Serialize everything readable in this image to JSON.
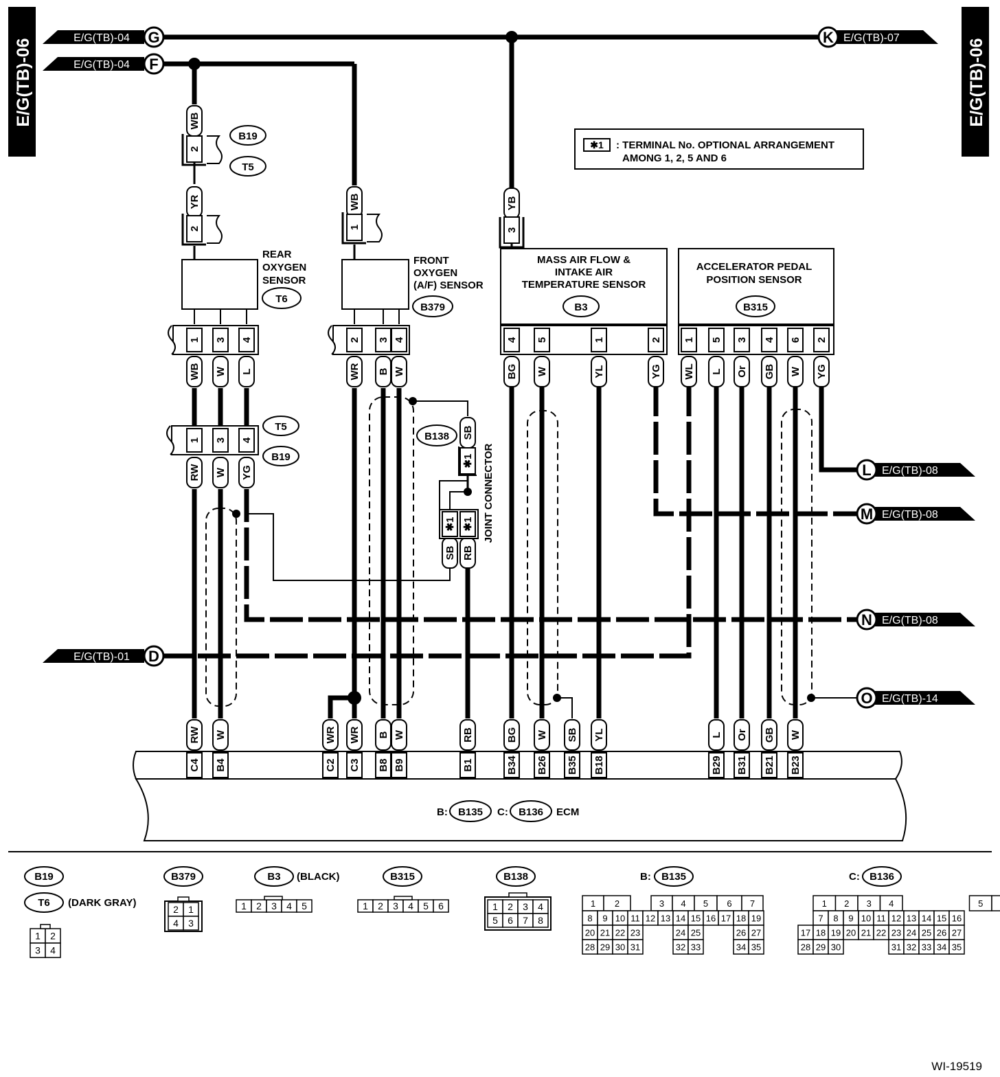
{
  "side_tab": "E/G(TB)-06",
  "figure_id": "WI-19519",
  "note": {
    "symbol": "✱1",
    "line1": ": TERMINAL No. OPTIONAL ARRANGEMENT",
    "line2": "AMONG 1, 2, 5 AND 6"
  },
  "offpage": {
    "G": {
      "letter": "G",
      "ref": "E/G(TB)-04"
    },
    "F": {
      "letter": "F",
      "ref": "E/G(TB)-04"
    },
    "K": {
      "letter": "K",
      "ref": "E/G(TB)-07"
    },
    "L": {
      "letter": "L",
      "ref": "E/G(TB)-08"
    },
    "M": {
      "letter": "M",
      "ref": "E/G(TB)-08"
    },
    "N": {
      "letter": "N",
      "ref": "E/G(TB)-08"
    },
    "D": {
      "letter": "D",
      "ref": "E/G(TB)-01"
    },
    "O": {
      "letter": "O",
      "ref": "E/G(TB)-14"
    }
  },
  "components": {
    "rear_o2": {
      "line1": "REAR",
      "line2": "OXYGEN",
      "line3": "SENSOR",
      "conn": "T6"
    },
    "front_o2": {
      "line1": "FRONT",
      "line2": "OXYGEN",
      "line3": "(A/F) SENSOR",
      "conn": "B379"
    },
    "maf": {
      "line1": "MASS AIR FLOW &",
      "line2": "INTAKE AIR",
      "line3": "TEMPERATURE SENSOR",
      "conn": "B3"
    },
    "app": {
      "line1": "ACCELERATOR PEDAL",
      "line2": "POSITION SENSOR",
      "conn": "B315"
    },
    "joint": {
      "label": "JOINT CONNECTOR",
      "conn": "B138"
    },
    "ecm": {
      "b_prefix": "B:",
      "b_conn": "B135",
      "c_prefix": "C:",
      "c_conn": "B136",
      "label": "ECM"
    }
  },
  "connectors": {
    "b19": "B19",
    "t5": "T5"
  },
  "legend": {
    "b19": "B19",
    "t6": "T6",
    "t6_note": "(DARK GRAY)",
    "b379": "B379",
    "b3": "B3",
    "b3_note": "(BLACK)",
    "b315": "B315",
    "b138": "B138",
    "b135_prefix": "B:",
    "b135": "B135",
    "b136_prefix": "C:",
    "b136": "B136"
  }
}
